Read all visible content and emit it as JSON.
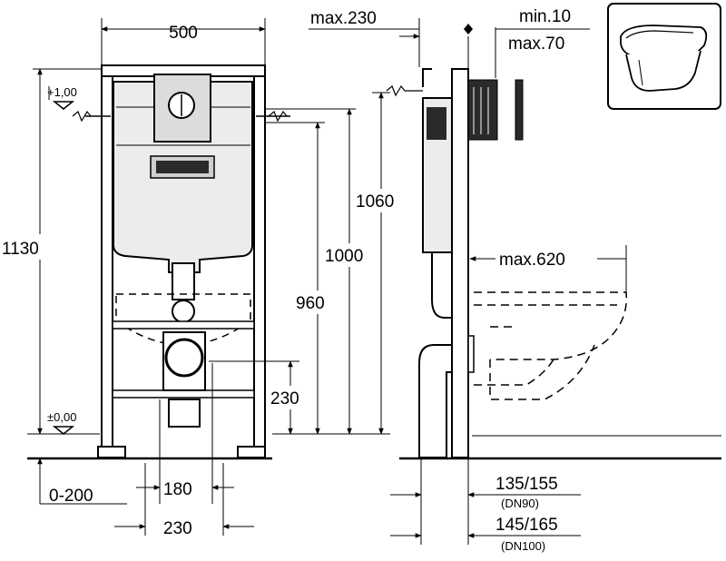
{
  "front_view": {
    "width_label": "500",
    "height_total_label": "1130",
    "level_top_label": "+1,00",
    "level_floor_label": "±0,00",
    "floor_adjust_label": "0-200",
    "spacing_inner_label": "180",
    "spacing_outer_label": "230"
  },
  "middle_dims": {
    "d1060": "1060",
    "d1000": "1000",
    "d960": "960",
    "d230": "230"
  },
  "side_view": {
    "max230_label": "max.230",
    "min10_label": "min.10",
    "max70_label": "max.70",
    "max620_label": "max.620",
    "dn90_value": "135/155",
    "dn90_label": "(DN90)",
    "dn100_value": "145/165",
    "dn100_label": "(DN100)"
  },
  "thumbnail": {
    "icon": "wall-hung-toilet-icon"
  },
  "colors": {
    "line": "#000000",
    "frame_fill": "#ffffff",
    "tank_fill": "#e6e6e6",
    "dark_fill": "#2a2a2a"
  }
}
